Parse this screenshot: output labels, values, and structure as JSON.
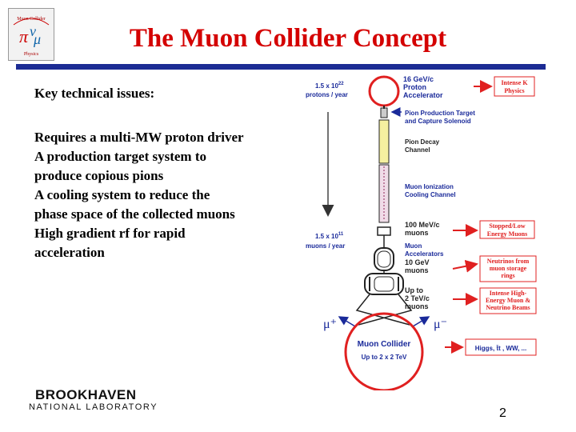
{
  "slide": {
    "title": "The Muon Collider Concept",
    "page_number": "2"
  },
  "text": {
    "key_issues": "Key technical issues:",
    "bullets": [
      "Requires a multi-MW proton driver",
      "A production target system to produce copious pions",
      "A cooling system to reduce the phase space of the collected muons",
      "High gradient rf for rapid acceleration"
    ]
  },
  "diagram": {
    "protons_rate_base": "1.5 x 10",
    "protons_rate_exp": "22",
    "protons_rate_unit": "protons / year",
    "proton_accel_line1": "16 GeV/c",
    "proton_accel_line2": "Proton",
    "proton_accel_line3": "Accelerator",
    "intense_k_line1": "Intense K",
    "intense_k_line2": "Physics",
    "pion_target_line1": "Pion Production Target",
    "pion_target_line2": "and Capture Solenoid",
    "pion_decay_line1": "Pion Decay",
    "pion_decay_line2": "Channel",
    "muon_ion_line1": "Muon Ionization",
    "muon_ion_line2": "Cooling Channel",
    "muons_100_line1": "100 MeV/c",
    "muons_100_line2": "muons",
    "stopped_line1": "Stopped/Low",
    "stopped_line2": "Energy Muons",
    "muons_rate_base": "1.5 x 10",
    "muons_rate_exp": "11",
    "muons_rate_unit": "muons / year",
    "muon_acc_line1": "Muon",
    "muon_acc_line2": "Accelerators",
    "muon_acc_line3": "10 GeV",
    "muon_acc_line4": "muons",
    "neutrinos_line1": "Neutrinos from",
    "neutrinos_line2": "muon storage",
    "neutrinos_line3": "rings",
    "upto_line1": "Up to",
    "upto_line2": "2  TeV/c",
    "upto_line3": "muons",
    "intense_high_line1": "Intense High-",
    "intense_high_line2": "Energy Muon &",
    "intense_high_line3": "Neutrino Beams",
    "mu_plus": "μ⁺",
    "mu_minus": "μ⁻",
    "collider_line1": "Muon Collider",
    "collider_line2": "Up to  2 x 2 TeV",
    "physics_box": "Higgs, t̄t , WW, ..."
  },
  "logos": {
    "bnl_name": "BROOKHAVEN",
    "bnl_sub": "NATIONAL LABORATORY",
    "collab_top": "Muon Collider",
    "collab_bottom": "Physics"
  },
  "colors": {
    "title": "#d40000",
    "rule": "#1c2c94",
    "diagram_blue": "#1a2a9a",
    "diagram_red": "#e02020"
  }
}
